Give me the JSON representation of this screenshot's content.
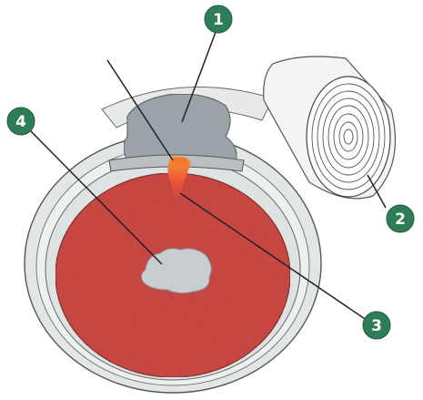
{
  "callouts": [
    {
      "id": "1",
      "label": "1"
    },
    {
      "id": "2",
      "label": "2"
    },
    {
      "id": "3",
      "label": "3"
    },
    {
      "id": "4",
      "label": "4"
    }
  ],
  "colors": {
    "background": "#ffffff",
    "muscle_red": "#c8413a",
    "muscle_dark": "#a12d28",
    "fascia_gray": "#d9dcdc",
    "tissue_gray": "#8e959a",
    "gray_mass": "#9aa3a8",
    "injury_orange": "#f27a2e",
    "injury_red": "#ef3b33",
    "hematoma_pale": "#c9cdd0",
    "callout_green": "#2f7d57",
    "outline": "#4b4b4b"
  }
}
